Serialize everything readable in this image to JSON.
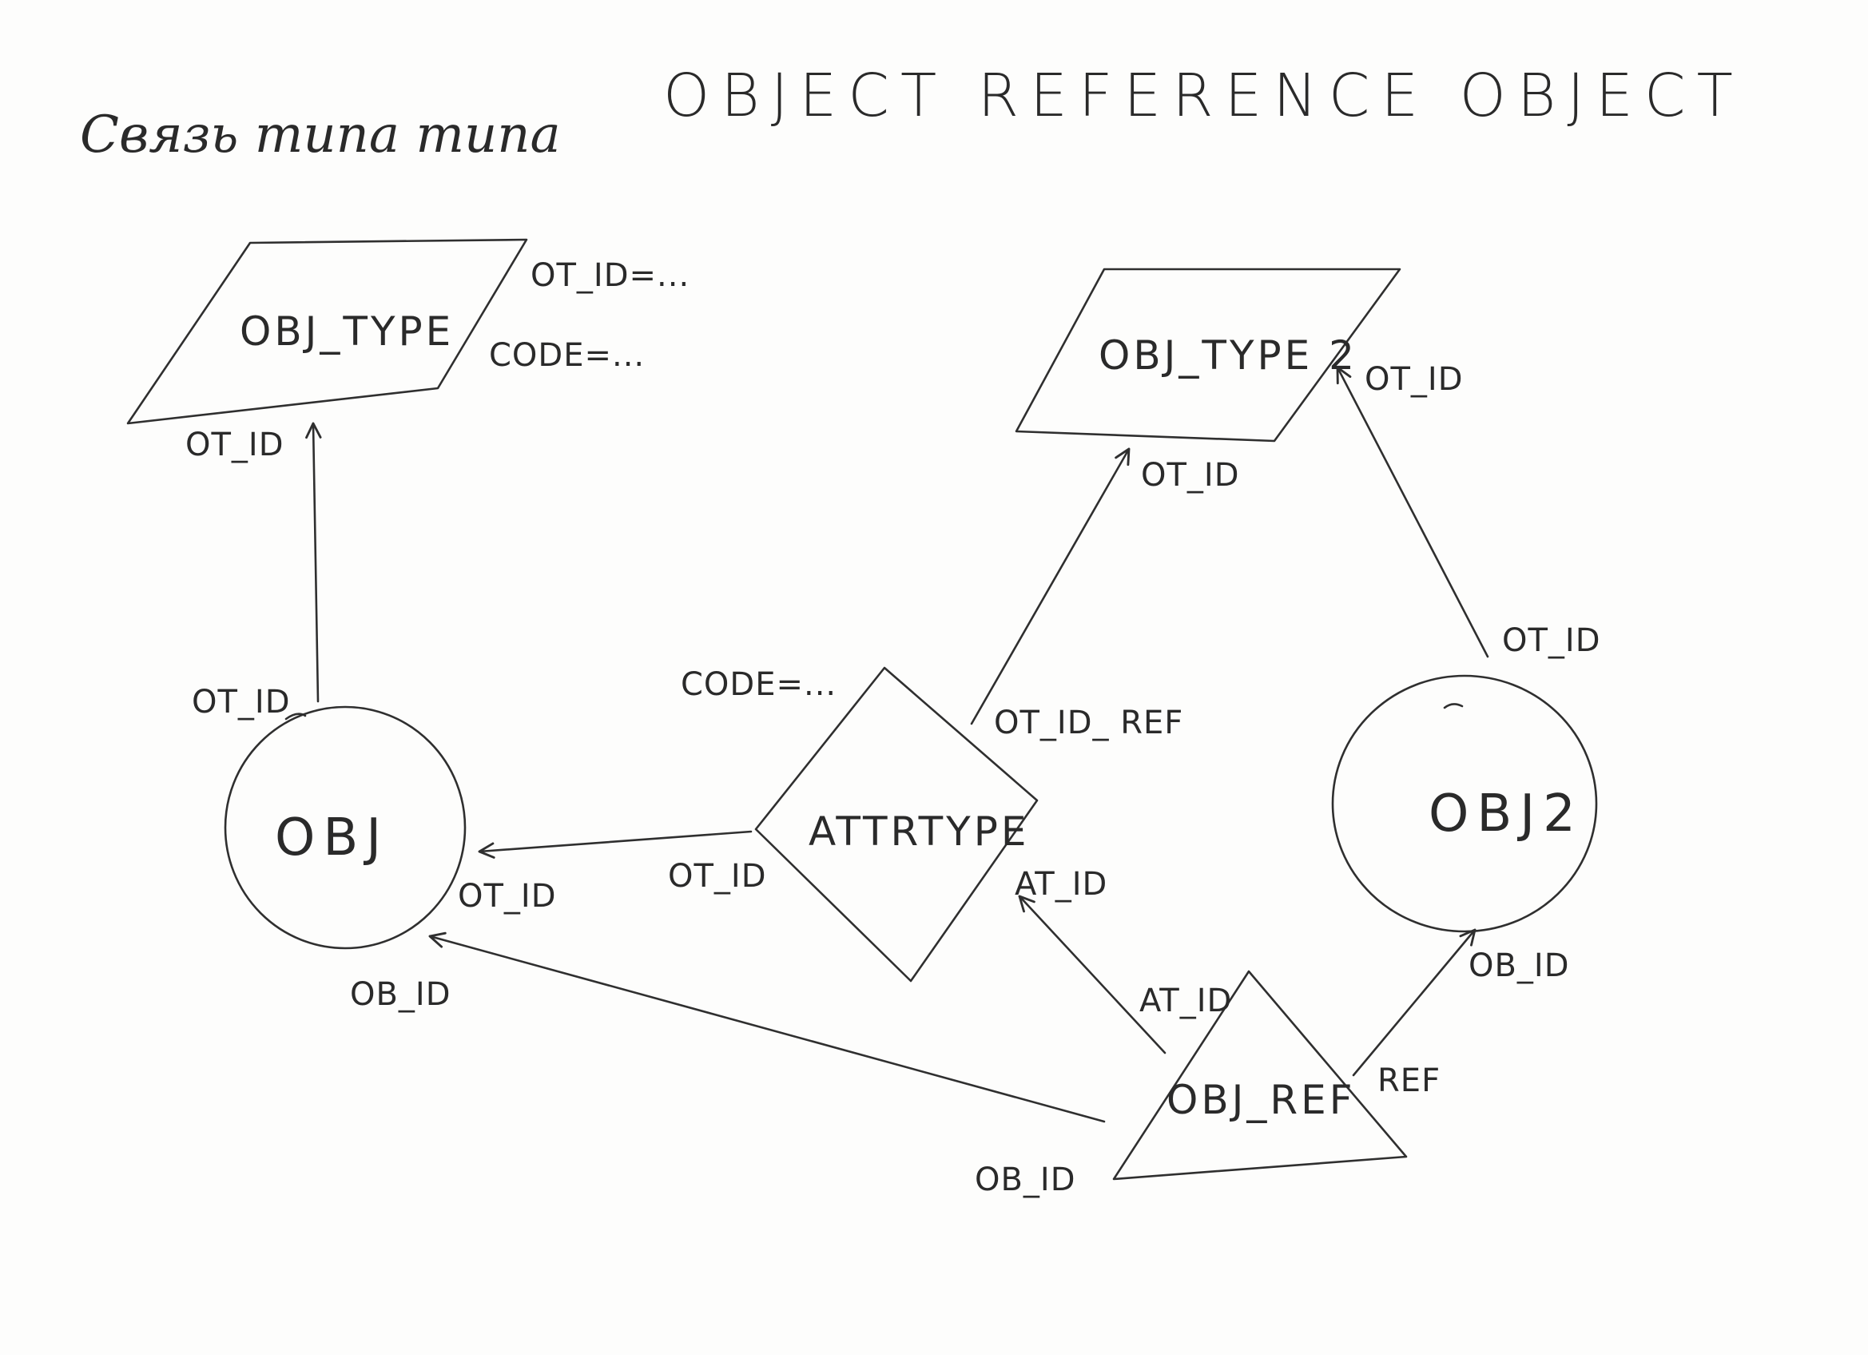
{
  "title": {
    "cyrillic": "Связь типа типа",
    "latin": "OBJECT REFERENCE OBJECT"
  },
  "nodes": {
    "obj_type": "OBJ_TYPE",
    "obj_type2": "OBJ_TYPE 2",
    "obj": "OBJ",
    "obj2": "OBJ2",
    "attrtype": "ATTRTYPE",
    "obj_ref": "OBJ_REF"
  },
  "annotations": {
    "obj_type_ot_id": "OT_ID=...",
    "obj_type_code": "CODE=...",
    "attrtype_code": "CODE=..."
  },
  "edge_labels": {
    "obj_type_bottom": "OT_ID",
    "obj_top": "OT_ID",
    "obj_right": "OT_ID",
    "obj_bottom": "OB_ID",
    "attrtype_left": "OT_ID",
    "attrtype_ref": "OT_ID_ REF",
    "attrtype_at_id": "AT_ID",
    "obj_type2_bottom": "OT_ID",
    "obj_type2_right": "OT_ID",
    "obj2_top": "OT_ID",
    "obj2_bottom": "OB_ID",
    "obj_ref_at_id": "AT_ID",
    "obj_ref_ob_id": "OB_ID",
    "obj_ref_ref": "REF"
  }
}
